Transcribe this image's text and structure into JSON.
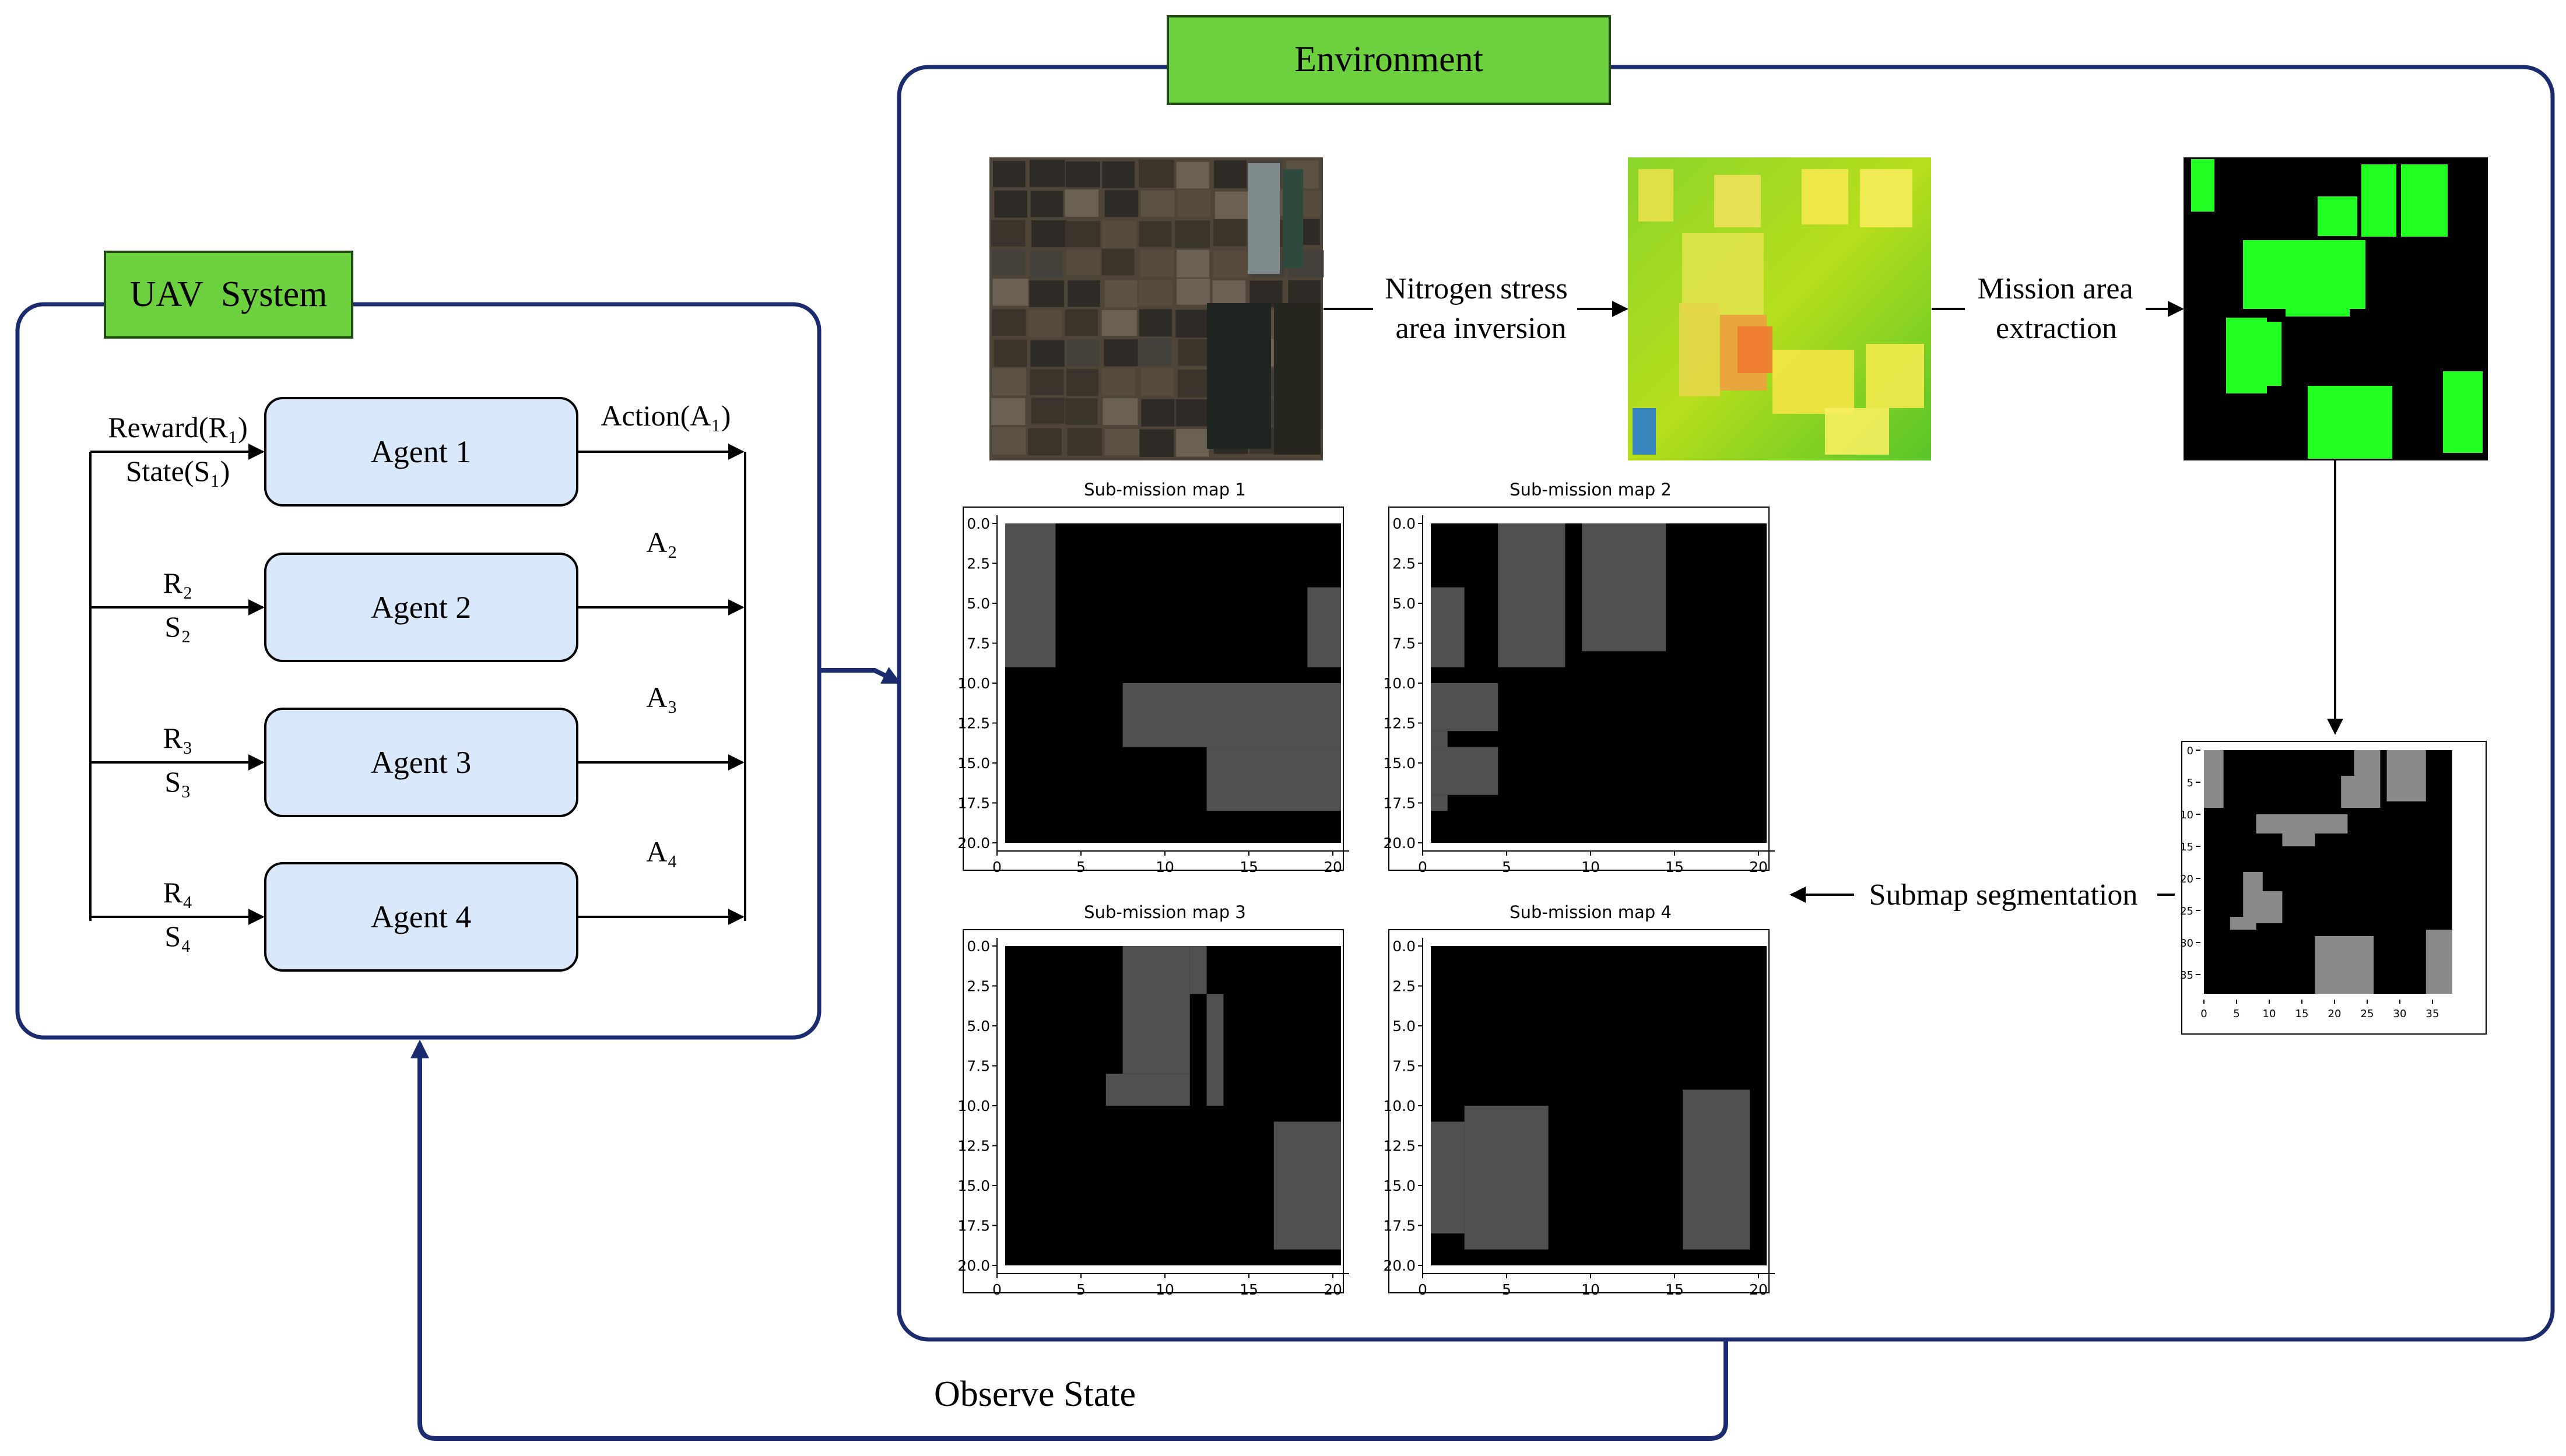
{
  "colors": {
    "frame": "#1a2b6e",
    "green_label": "#6dd13f",
    "agent_fill": "#dae8fc",
    "mask_black": "#000000",
    "mask_gray": "#505050",
    "seg_gray": "#8a8a8a",
    "mask_green": "#22ff22"
  },
  "uav_system": {
    "label": "UAV  System",
    "agents": [
      {
        "label": "Agent 1",
        "input_top": "Reward(R₁)",
        "input_bottom": "State(S₁)",
        "output": "Action(A₁)"
      },
      {
        "label": "Agent 2",
        "input_top": "R₂",
        "input_bottom": "S₂",
        "output": "A₂"
      },
      {
        "label": "Agent 3",
        "input_top": "R₃",
        "input_bottom": "S₃",
        "output": "A₃"
      },
      {
        "label": "Agent 4",
        "input_top": "R₄",
        "input_bottom": "S₄",
        "output": "A₄"
      }
    ]
  },
  "environment": {
    "label": "Environment",
    "step1": {
      "line1": "Nitrogen stress",
      "line2": "area inversion"
    },
    "step2": {
      "line1": "Mission area",
      "line2": "extraction"
    },
    "step3": "Submap segmentation",
    "images": {
      "aerial": "aerial field photograph",
      "stress": "nitrogen stress heatmap",
      "mask": "mission area mask"
    }
  },
  "observe_state": "Observe State",
  "submaps": [
    {
      "title": "Sub-mission map 1",
      "y_ticks": [
        "0.0",
        "2.5",
        "5.0",
        "7.5",
        "10.0",
        "12.5",
        "15.0",
        "17.5",
        "20.0"
      ],
      "x_ticks": [
        "0",
        "5",
        "10",
        "15",
        "20"
      ],
      "cells": [
        [
          0,
          0,
          3,
          9
        ],
        [
          18,
          4,
          20,
          9
        ],
        [
          7,
          10,
          20,
          14
        ],
        [
          12,
          14,
          20,
          18
        ]
      ]
    },
    {
      "title": "Sub-mission map 2",
      "y_ticks": [
        "0.0",
        "2.5",
        "5.0",
        "7.5",
        "10.0",
        "12.5",
        "15.0",
        "17.5",
        "20.0"
      ],
      "x_ticks": [
        "0",
        "5",
        "10",
        "15",
        "20"
      ],
      "cells": [
        [
          4,
          0,
          8,
          9
        ],
        [
          9,
          0,
          14,
          8
        ],
        [
          0,
          4,
          2,
          9
        ],
        [
          0,
          10,
          4,
          13
        ],
        [
          0,
          13,
          1,
          14
        ],
        [
          0,
          14,
          4,
          17
        ],
        [
          0,
          17,
          1,
          18
        ]
      ]
    },
    {
      "title": "Sub-mission map 3",
      "y_ticks": [
        "0.0",
        "2.5",
        "5.0",
        "7.5",
        "10.0",
        "12.5",
        "15.0",
        "17.5",
        "20.0"
      ],
      "x_ticks": [
        "0",
        "5",
        "10",
        "15",
        "20"
      ],
      "cells": [
        [
          7,
          0,
          11,
          8
        ],
        [
          11,
          0,
          12,
          3
        ],
        [
          12,
          3,
          13,
          10
        ],
        [
          10,
          8,
          11,
          10
        ],
        [
          6,
          8,
          10,
          10
        ],
        [
          16,
          11,
          20,
          19
        ]
      ]
    },
    {
      "title": "Sub-mission map 4",
      "y_ticks": [
        "0.0",
        "2.5",
        "5.0",
        "7.5",
        "10.0",
        "12.5",
        "15.0",
        "17.5",
        "20.0"
      ],
      "x_ticks": [
        "0",
        "5",
        "10",
        "15",
        "20"
      ],
      "cells": [
        [
          2,
          10,
          7,
          19
        ],
        [
          0,
          11,
          2,
          18
        ],
        [
          15,
          9,
          19,
          19
        ]
      ]
    }
  ],
  "seg_map": {
    "y_ticks": [
      "0",
      "5",
      "10",
      "15",
      "20",
      "25",
      "30",
      "35"
    ],
    "x_ticks": [
      "0",
      "5",
      "10",
      "15",
      "20",
      "25",
      "30",
      "35"
    ],
    "cells": [
      [
        0,
        0,
        3,
        9
      ],
      [
        23,
        0,
        27,
        9
      ],
      [
        28,
        0,
        34,
        8
      ],
      [
        21,
        4,
        24,
        9
      ],
      [
        8,
        10,
        22,
        13
      ],
      [
        12,
        13,
        17,
        15
      ],
      [
        6,
        19,
        9,
        22
      ],
      [
        6,
        22,
        12,
        27
      ],
      [
        4,
        26,
        8,
        28
      ],
      [
        17,
        29,
        26,
        38
      ],
      [
        34,
        28,
        38,
        38
      ]
    ]
  }
}
